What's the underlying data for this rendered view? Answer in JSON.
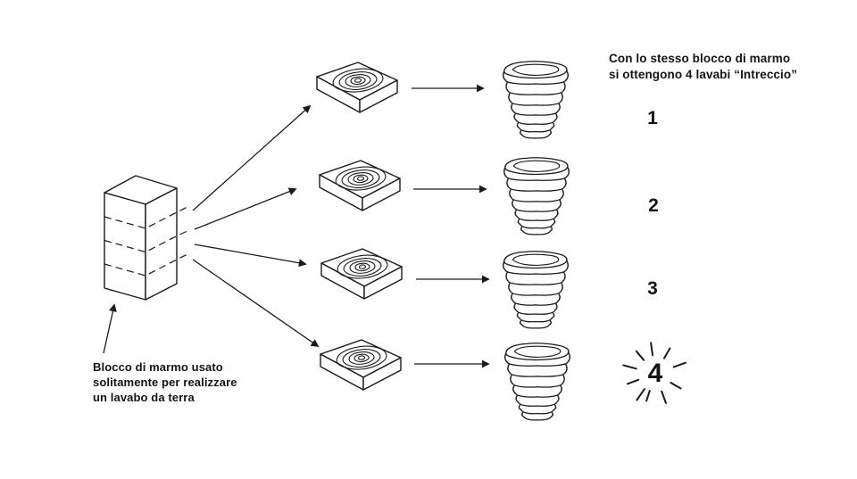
{
  "note": {
    "line1": "Con lo stesso blocco di marmo",
    "line2": "si ottengono 4 lavabi “Intreccio”"
  },
  "caption": {
    "line1": "Blocco di marmo usato",
    "line2": "solitamente per realizzare",
    "line3": "un lavabo da terra"
  },
  "lavabi": [
    {
      "label": "1"
    },
    {
      "label": "2"
    },
    {
      "label": "3"
    },
    {
      "label": "4"
    }
  ],
  "colors": {
    "ink": "#1b1b1b",
    "background": "#ffffff"
  }
}
